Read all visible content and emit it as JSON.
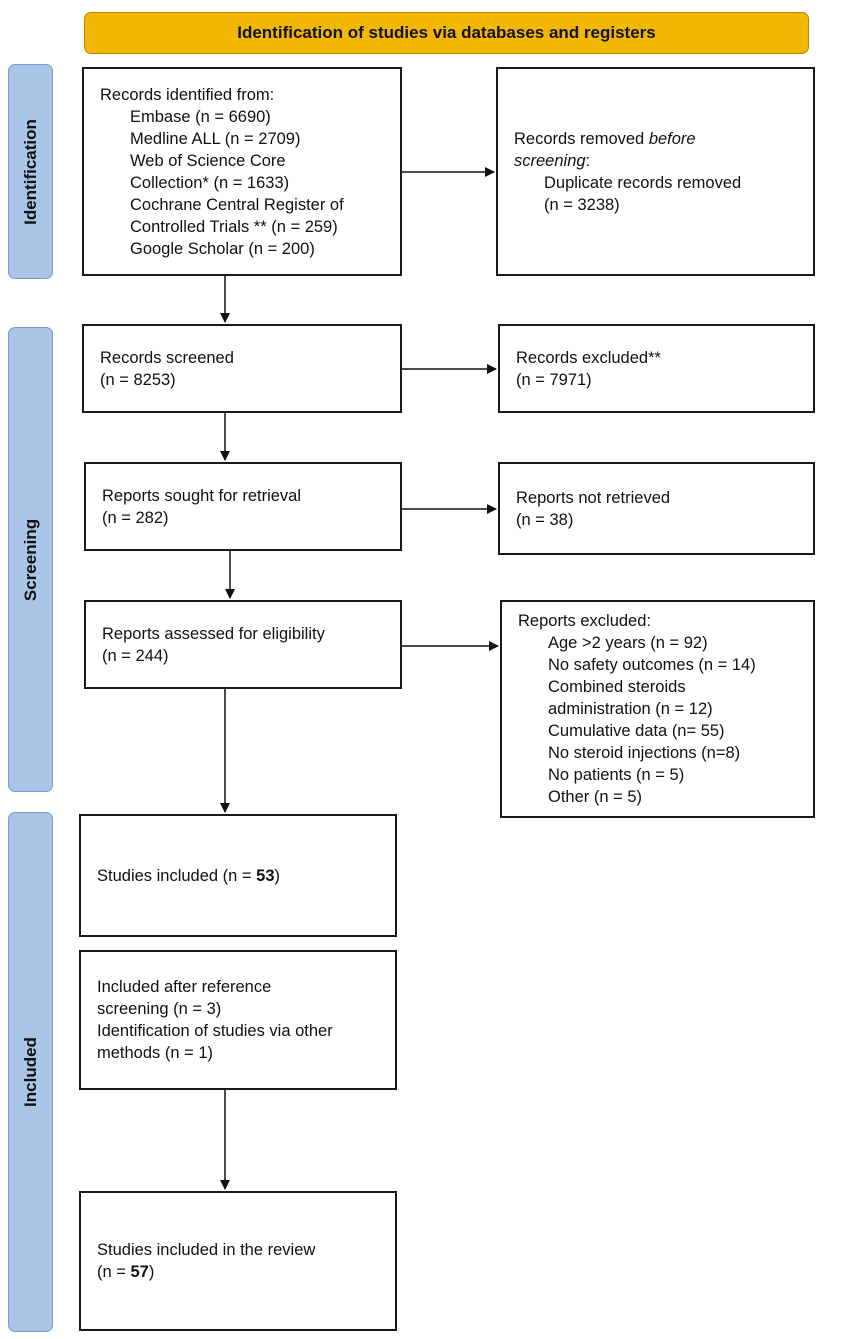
{
  "header": {
    "title": "Identification of studies via databases and registers"
  },
  "stages": {
    "identification": "Identification",
    "screening": "Screening",
    "included": "Included"
  },
  "identification": {
    "records_title": "Records identified from:",
    "sources": [
      "Embase (n = 6690)",
      "Medline ALL (n = 2709)",
      "Web of Science Core",
      "Collection* (n = 1633)",
      "Cochrane Central Register of",
      "Controlled Trials ** (n = 259)",
      "Google Scholar (n = 200)"
    ],
    "removed_title_a": "Records removed ",
    "removed_title_italic": "before",
    "removed_title_b": "screening",
    "removed_title_c": ":",
    "duplicates_label": "Duplicate records removed",
    "duplicates_n": "(n =  3238)"
  },
  "screening": {
    "screened_label": "Records screened",
    "screened_n": "(n = 8253)",
    "excluded_label": "Records excluded**",
    "excluded_n": "(n = 7971)",
    "sought_label": "Reports sought for retrieval",
    "sought_n": "(n = 282)",
    "not_retrieved_label": "Reports not retrieved",
    "not_retrieved_n": "(n = 38)",
    "assessed_label": "Reports assessed for eligibility",
    "assessed_n": "(n = 244)",
    "reports_excluded_title": "Reports excluded:",
    "reports_excluded_items": [
      "Age >2 years (n = 92)",
      "No safety outcomes (n = 14)",
      "Combined steroids",
      "administration (n = 12)",
      "Cumulative data (n= 55)",
      "No steroid injections (n=8)",
      "No patients (n = 5)",
      "Other (n = 5)"
    ]
  },
  "included": {
    "studies_label": "Studies included (n = ",
    "studies_n": "53",
    "studies_close": ")",
    "ref_lines": [
      "Included after reference",
      "screening (n = 3)",
      "Identification of studies via other",
      "methods (n = 1)"
    ],
    "review_label": "Studies included in the review",
    "review_n_prefix": "(n = ",
    "review_n": "57",
    "review_close": ")"
  }
}
